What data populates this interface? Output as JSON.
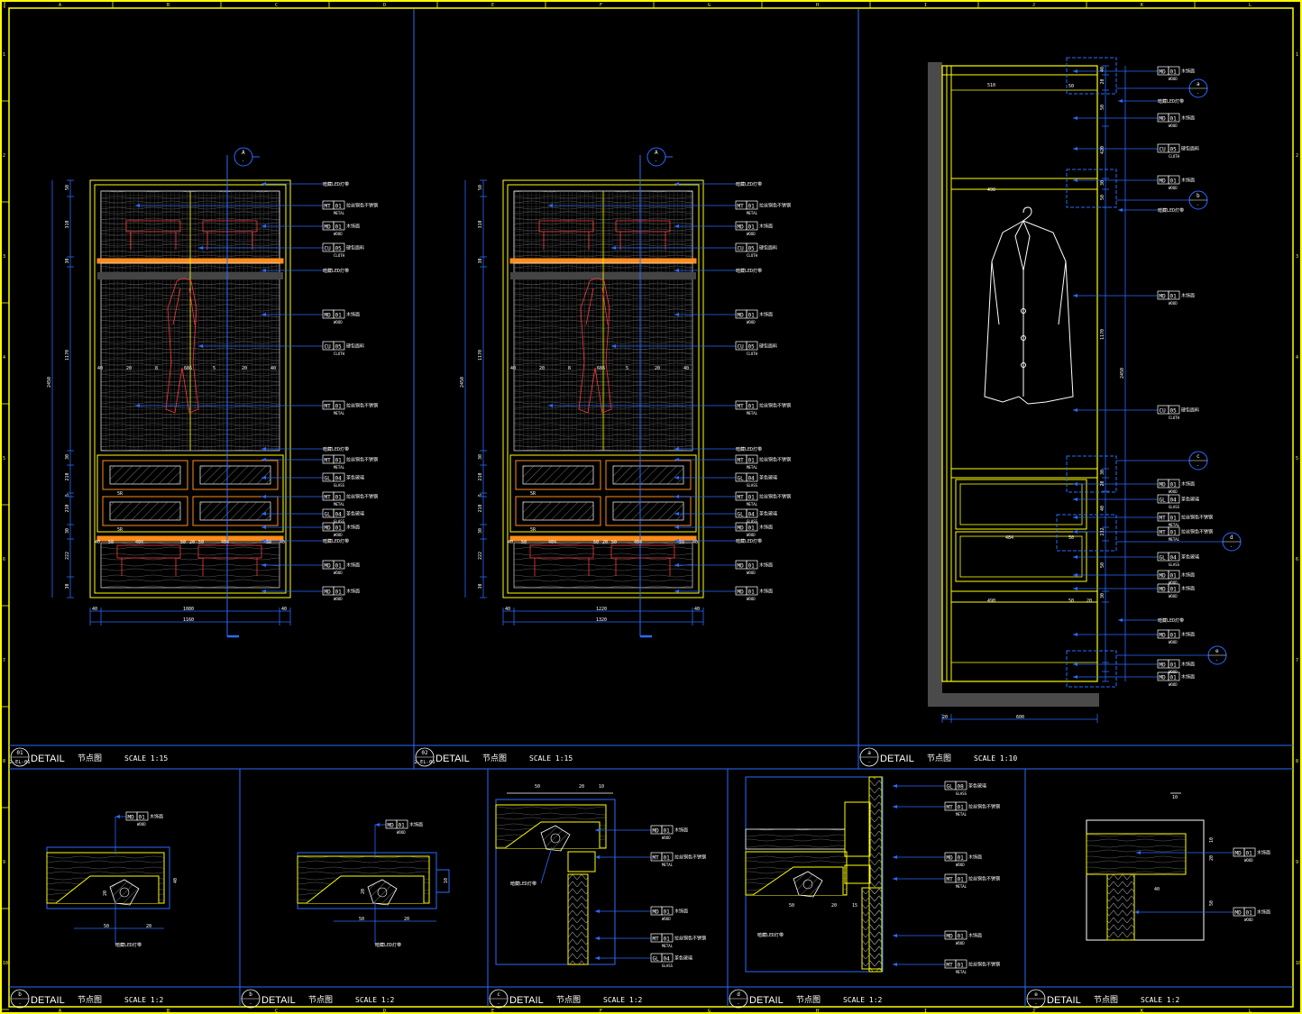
{
  "colors": {
    "frame": "#ffff00",
    "blue": "#2a6bff",
    "white": "#ffffff",
    "orange": "#ff8c1a",
    "red": "#ff3a3a",
    "brown": "#b06a30",
    "gray": "#4a4a4a"
  },
  "title_blocks": [
    {
      "id": "01",
      "ref": "2-EL-01",
      "word": "DETAIL",
      "cn": "节点图",
      "scale": "SCALE  1:15"
    },
    {
      "id": "02",
      "ref": "2-EL-01",
      "word": "DETAIL",
      "cn": "节点图",
      "scale": "SCALE  1:15"
    },
    {
      "id": "a",
      "ref": "-",
      "word": "DETAIL",
      "cn": "节点图",
      "scale": "SCALE  1:10"
    },
    {
      "id": "b",
      "ref": "-",
      "word": "DETAIL",
      "cn": "节点图",
      "scale": "SCALE  1:2"
    },
    {
      "id": "b",
      "ref": "-",
      "word": "DETAIL",
      "cn": "节点图",
      "scale": "SCALE  1:2"
    },
    {
      "id": "c",
      "ref": "-",
      "word": "DETAIL",
      "cn": "节点图",
      "scale": "SCALE  1:2"
    },
    {
      "id": "d",
      "ref": "-",
      "word": "DETAIL",
      "cn": "节点图",
      "scale": "SCALE  1:2"
    },
    {
      "id": "e",
      "ref": "-",
      "word": "DETAIL",
      "cn": "节点图",
      "scale": "SCALE  1:2"
    }
  ],
  "section_marker": {
    "letter": "A",
    "sub": "-"
  },
  "elevation_tags": [
    {
      "code": "MT",
      "num": "01",
      "sub": "METAL",
      "desc": "拉丝铜色不锈钢"
    },
    {
      "code": "MD",
      "num": "01",
      "sub": "WOOD",
      "desc": "木饰面"
    },
    {
      "code": "CU",
      "num": "05",
      "sub": "CLOTH",
      "desc": "硬包面料"
    },
    {
      "code": "MD",
      "num": "01",
      "sub": "WOOD",
      "desc": "木饰面"
    },
    {
      "code": "CU",
      "num": "05",
      "sub": "CLOTH",
      "desc": "硬包面料"
    },
    {
      "code": "MT",
      "num": "01",
      "sub": "METAL",
      "desc": "拉丝铜色不锈钢"
    },
    {
      "code": "MT",
      "num": "01",
      "sub": "METAL",
      "desc": "拉丝铜色不锈钢"
    },
    {
      "code": "GL",
      "num": "04",
      "sub": "GLASS",
      "desc": "茶色玻璃"
    },
    {
      "code": "MT",
      "num": "01",
      "sub": "METAL",
      "desc": "拉丝铜色不锈钢"
    },
    {
      "code": "GL",
      "num": "04",
      "sub": "GLASS",
      "desc": "茶色玻璃"
    },
    {
      "code": "MD",
      "num": "01",
      "sub": "WOOD",
      "desc": "木饰面"
    },
    {
      "code": "MD",
      "num": "01",
      "sub": "WOOD",
      "desc": "木饰面"
    },
    {
      "code": "MD",
      "num": "01",
      "sub": "WOOD",
      "desc": "木饰面"
    }
  ],
  "led_note": "暗藏LED灯带",
  "elevation_dims": {
    "v_left": [
      "50",
      "310",
      "30",
      "1170",
      "30",
      "210",
      "5",
      "210",
      "30",
      "222",
      "30"
    ],
    "total_h": "2450",
    "mid_row_1": [
      "40",
      "20",
      "8",
      "686",
      "5",
      "20",
      "40"
    ],
    "mid_row_2": [
      "40",
      "50",
      "404",
      "50",
      "20",
      "50",
      "404",
      "50",
      "40"
    ],
    "bottom_1": [
      "40",
      "1080",
      "40"
    ],
    "bottom_2": [
      "1160"
    ],
    "bottom_1b": [
      "40",
      "1220",
      "40"
    ],
    "bottom_2b": [
      "1320"
    ],
    "drawer_labels": [
      "5R",
      "5R"
    ]
  },
  "section_a": {
    "dims_right": [
      "40",
      "20",
      "50",
      "420",
      "30",
      "50",
      "1170",
      "30",
      "20",
      "40",
      "232",
      "50",
      "30"
    ],
    "dims_in": [
      "510",
      "490",
      "50",
      "484",
      "50",
      "490",
      "50",
      "20"
    ],
    "total": "2450",
    "bottom": [
      "20",
      "600"
    ],
    "markers": [
      "a",
      "b",
      "c",
      "d",
      "e"
    ],
    "tags": [
      {
        "code": "MD",
        "num": "01",
        "sub": "WOOD",
        "desc": "木饰面"
      },
      {
        "code": "MD",
        "num": "01",
        "sub": "WOOD",
        "desc": "木饰面"
      },
      {
        "code": "CU",
        "num": "05",
        "sub": "CLOTH",
        "desc": "硬包面料"
      },
      {
        "code": "MD",
        "num": "01",
        "sub": "WOOD",
        "desc": "木饰面"
      },
      {
        "code": "MD",
        "num": "01",
        "sub": "WOOD",
        "desc": "木饰面"
      },
      {
        "code": "CU",
        "num": "05",
        "sub": "CLOTH",
        "desc": "硬包面料"
      },
      {
        "code": "MD",
        "num": "01",
        "sub": "WOOD",
        "desc": "木饰面"
      },
      {
        "code": "GL",
        "num": "04",
        "sub": "GLASS",
        "desc": "茶色玻璃"
      },
      {
        "code": "MT",
        "num": "01",
        "sub": "METAL",
        "desc": "拉丝铜色不锈钢"
      },
      {
        "code": "MT",
        "num": "01",
        "sub": "METAL",
        "desc": "拉丝铜色不锈钢"
      },
      {
        "code": "GL",
        "num": "04",
        "sub": "GLASS",
        "desc": "茶色玻璃"
      },
      {
        "code": "MD",
        "num": "01",
        "sub": "WOOD",
        "desc": "木饰面"
      },
      {
        "code": "MD",
        "num": "01",
        "sub": "WOOD",
        "desc": "木饰面"
      },
      {
        "code": "MD",
        "num": "01",
        "sub": "WOOD",
        "desc": "木饰面"
      },
      {
        "code": "MD",
        "num": "01",
        "sub": "WOOD",
        "desc": "木饰面"
      },
      {
        "code": "MD",
        "num": "01",
        "sub": "WOOD",
        "desc": "木饰面"
      }
    ]
  },
  "details": {
    "b1": {
      "tag": {
        "code": "MD",
        "num": "01",
        "sub": "WOOD",
        "desc": "木饰面"
      },
      "dims": [
        "50",
        "20",
        "40",
        "20"
      ],
      "note": "暗藏LED灯带"
    },
    "b2": {
      "tag": {
        "code": "MD",
        "num": "01",
        "sub": "WOOD",
        "desc": "木饰面"
      },
      "dims": [
        "50",
        "20",
        "10",
        "20"
      ],
      "note": "暗藏LED灯带"
    },
    "c": {
      "tags": [
        {
          "code": "MD",
          "num": "01",
          "sub": "WOOD",
          "desc": "木饰面"
        },
        {
          "code": "MT",
          "num": "01",
          "sub": "METAL",
          "desc": "拉丝铜色不锈钢"
        },
        {
          "code": "MD",
          "num": "01",
          "sub": "WOOD",
          "desc": "木饰面"
        },
        {
          "code": "MT",
          "num": "01",
          "sub": "METAL",
          "desc": "拉丝铜色不锈钢"
        },
        {
          "code": "GL",
          "num": "04",
          "sub": "GLASS",
          "desc": "茶色玻璃"
        }
      ],
      "dims": [
        "50",
        "20",
        "10"
      ],
      "note": "暗藏LED灯带"
    },
    "d": {
      "tags": [
        {
          "code": "GL",
          "num": "08",
          "sub": "GLASS",
          "desc": "茶色玻璃"
        },
        {
          "code": "MT",
          "num": "01",
          "sub": "METAL",
          "desc": "拉丝铜色不锈钢"
        },
        {
          "code": "MD",
          "num": "01",
          "sub": "WOOD",
          "desc": "木饰面"
        },
        {
          "code": "MT",
          "num": "01",
          "sub": "METAL",
          "desc": "拉丝铜色不锈钢"
        },
        {
          "code": "MD",
          "num": "01",
          "sub": "WOOD",
          "desc": "木饰面"
        },
        {
          "code": "MT",
          "num": "01",
          "sub": "METAL",
          "desc": "拉丝铜色不锈钢"
        }
      ],
      "dims": [
        "50",
        "20",
        "15"
      ],
      "note": "暗藏LED灯带"
    },
    "e": {
      "tags": [
        {
          "code": "MD",
          "num": "01",
          "sub": "WOOD",
          "desc": "木饰面"
        },
        {
          "code": "MD",
          "num": "01",
          "sub": "WOOD",
          "desc": "木饰面"
        }
      ],
      "dims": [
        "10",
        "40",
        "20",
        "50",
        "10"
      ]
    }
  },
  "grid_cols": [
    "A",
    "B",
    "C",
    "D",
    "E",
    "F",
    "G",
    "H",
    "I",
    "J",
    "K",
    "L"
  ],
  "grid_rows": [
    "1",
    "2",
    "3",
    "4",
    "5",
    "6",
    "7",
    "8",
    "9",
    "10"
  ]
}
